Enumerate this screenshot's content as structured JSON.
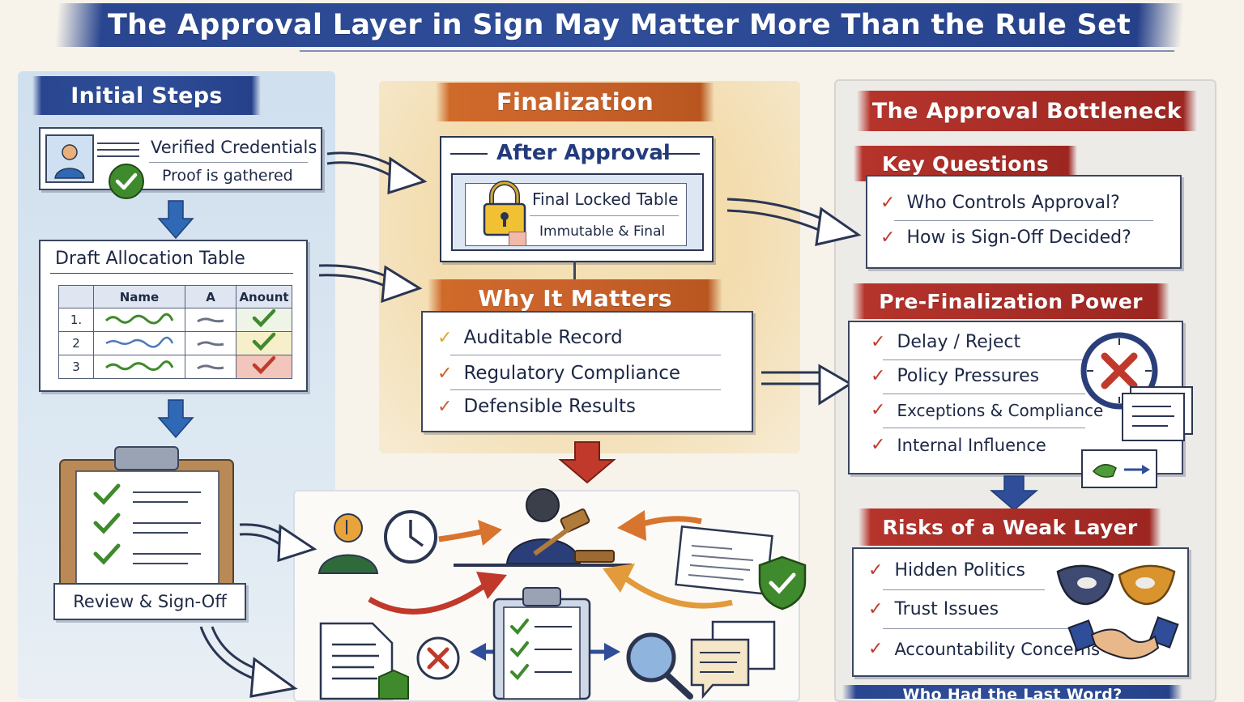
{
  "title": "The Approval Layer in Sign May Matter More Than the Rule Set",
  "colors": {
    "blue": "#2f4d99",
    "orange": "#c9612a",
    "red": "#a92d27",
    "check_green": "#3f8a2c",
    "check_red": "#c23a2a"
  },
  "initial_steps": {
    "header": "Initial Steps",
    "credentials": {
      "title": "Verified Credentials",
      "subtitle": "Proof is gathered",
      "icon": "person-id-icon"
    },
    "draft_table": {
      "title": "Draft Allocation Table",
      "columns": [
        "",
        "Name",
        "A",
        "Anount"
      ],
      "rows": [
        {
          "num": "1.",
          "status": "check"
        },
        {
          "num": "2",
          "status": "check"
        },
        {
          "num": "3",
          "status": "check-red"
        }
      ]
    },
    "review": {
      "label": "Review & Sign-Off"
    }
  },
  "finalization": {
    "header": "Finalization",
    "after_approval": {
      "title": "After Approval",
      "table_title": "Final Locked Table",
      "table_subtitle": "Immutable & Final"
    },
    "why": {
      "header": "Why It Matters",
      "items": [
        "Auditable Record",
        "Regulatory Compliance",
        "Defensible Results"
      ]
    }
  },
  "bottleneck": {
    "header": "The Approval Bottleneck",
    "key_questions": {
      "header": "Key Questions",
      "items": [
        "Who Controls Approval?",
        "How is Sign-Off Decided?"
      ]
    },
    "power": {
      "header": "Pre-Finalization Power",
      "items": [
        "Delay / Reject",
        "Policy Pressures",
        "Exceptions & Compliance",
        "Internal Influence"
      ]
    },
    "risks": {
      "header": "Risks of a Weak Layer",
      "items": [
        "Hidden Politics",
        "Trust Issues",
        "Accountability Concerns"
      ]
    },
    "footer": "Who Had the Last Word?"
  }
}
